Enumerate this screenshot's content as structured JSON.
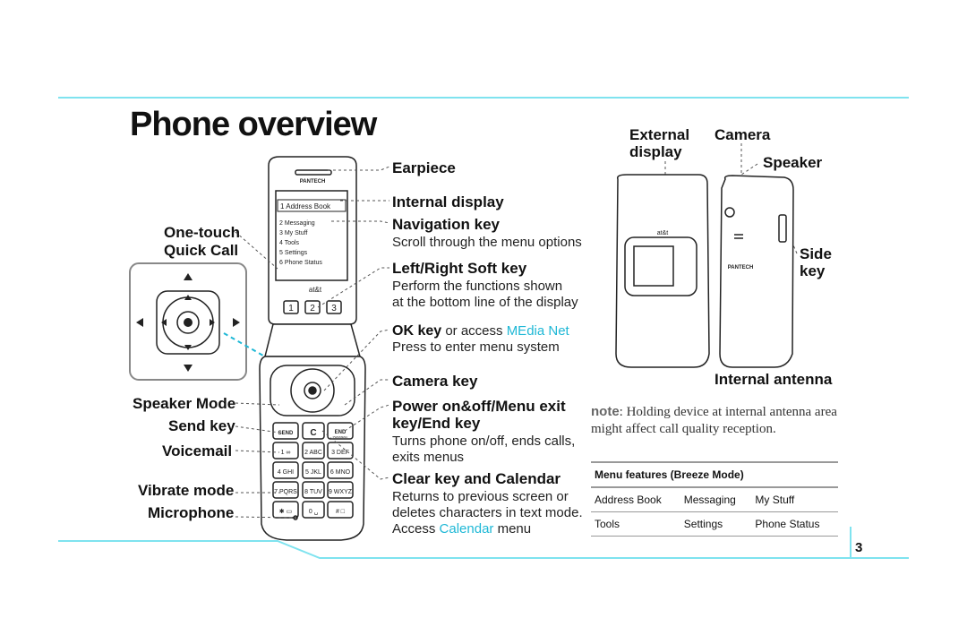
{
  "title": "Phone overview",
  "left_labels": {
    "one_touch_1": "One-touch",
    "one_touch_2": "Quick Call",
    "speaker_mode": "Speaker Mode",
    "send_key": "Send key",
    "voicemail": "Voicemail",
    "vibrate_mode": "Vibrate mode",
    "microphone": "Microphone"
  },
  "callouts": {
    "earpiece": "Earpiece",
    "internal_display": "Internal display",
    "navigation_key": "Navigation key",
    "navigation_desc": "Scroll through the menu options",
    "soft_key": "Left/Right Soft key",
    "soft_key_desc1": "Perform the functions shown",
    "soft_key_desc2": "at the bottom line of the display",
    "ok_key": "OK key",
    "ok_access": "or access",
    "media_net": "MEdia Net",
    "ok_desc": "Press to enter menu system",
    "camera_key": "Camera key",
    "power_1": "Power on&off/Menu exit",
    "power_2": "key/End key",
    "power_desc1": "Turns phone on/off, ends calls,",
    "power_desc2": "exits menus",
    "clear_key": "Clear key and Calendar",
    "clear_desc1": "Returns to previous screen or",
    "clear_desc2": "deletes characters in text mode.",
    "clear_access": "Access",
    "calendar": "Calendar",
    "clear_menu": "menu"
  },
  "right_labels": {
    "external_1": "External",
    "external_2": "display",
    "camera": "Camera",
    "speaker": "Speaker",
    "side_1": "Side",
    "side_2": "key",
    "internal_antenna": "Internal antenna"
  },
  "phone_screen": {
    "brand": "PANTECH",
    "items": [
      "1 Address Book",
      "2 Messaging",
      "3 My Stuff",
      "4 Tools",
      "5 Settings",
      "6 Phone Status"
    ],
    "carrier": "at&t",
    "quick_keys": [
      "1",
      "2",
      "3"
    ]
  },
  "keypad": {
    "send": "SEND",
    "clear": "C",
    "end": "END",
    "end_sub": "PWR/MENU",
    "keys": [
      [
        "1 ∞",
        "2 ABC",
        "3 DEF"
      ],
      [
        "4 GHI",
        "5 JKL",
        "6 MNO"
      ],
      [
        "7 PQRS",
        "8 TUV",
        "9 WXYZ"
      ],
      [
        "✱ ▭",
        "0 ␣",
        "# □"
      ]
    ]
  },
  "note": {
    "label": "note",
    "text": ": Holding device at internal antenna area might affect call quality reception."
  },
  "menu_features": {
    "title": "Menu features (Breeze Mode)",
    "rows": [
      [
        "Address Book",
        "Messaging",
        "My Stuff"
      ],
      [
        "Tools",
        "Settings",
        "Phone Status"
      ]
    ]
  },
  "page_number": "3",
  "colors": {
    "accent": "#1fb8d6",
    "rule": "#7fe3ef"
  }
}
